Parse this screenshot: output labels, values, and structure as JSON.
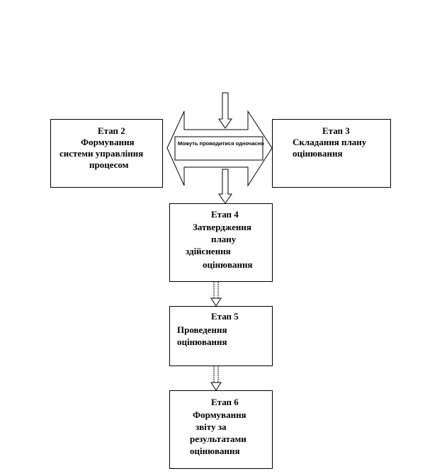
{
  "diagram": {
    "stage2": {
      "title": "Етап 2",
      "lines": [
        "Формування",
        "системи управління",
        "процесом"
      ]
    },
    "stage3": {
      "title": "Етап 3",
      "lines": [
        "Складання плану",
        "оцінювання"
      ]
    },
    "note": {
      "lines": [
        "Можуть проводитися",
        "одночасно"
      ]
    },
    "stage4": {
      "title": "Етап 4",
      "lines": [
        "Затвердження",
        "плану",
        "здійснення",
        "оцінювання"
      ]
    },
    "stage5": {
      "title": "Етап 5",
      "lines": [
        "Проведення",
        "оцінювання"
      ]
    },
    "stage6": {
      "title": "Етап 6",
      "lines": [
        "Формування",
        "звіту за",
        "результатами",
        "оцінювання"
      ]
    }
  }
}
